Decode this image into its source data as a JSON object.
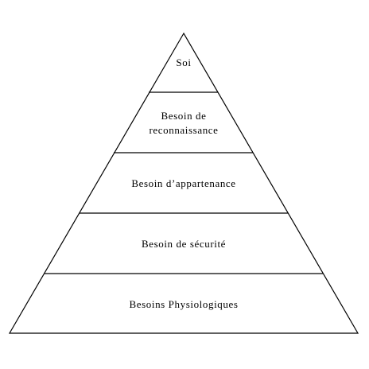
{
  "colors": {
    "stroke": "#000000",
    "fill": "#ffffff",
    "text": "#000000"
  },
  "pyramid": {
    "levels": [
      {
        "label_lines": [
          "Soi"
        ]
      },
      {
        "label_lines": [
          "Besoin de",
          "reconnaissance"
        ]
      },
      {
        "label_lines": [
          "Besoin d’appartenance"
        ]
      },
      {
        "label_lines": [
          "Besoin de sécurité"
        ]
      },
      {
        "label_lines": [
          "Besoins Physiologiques"
        ]
      }
    ]
  }
}
